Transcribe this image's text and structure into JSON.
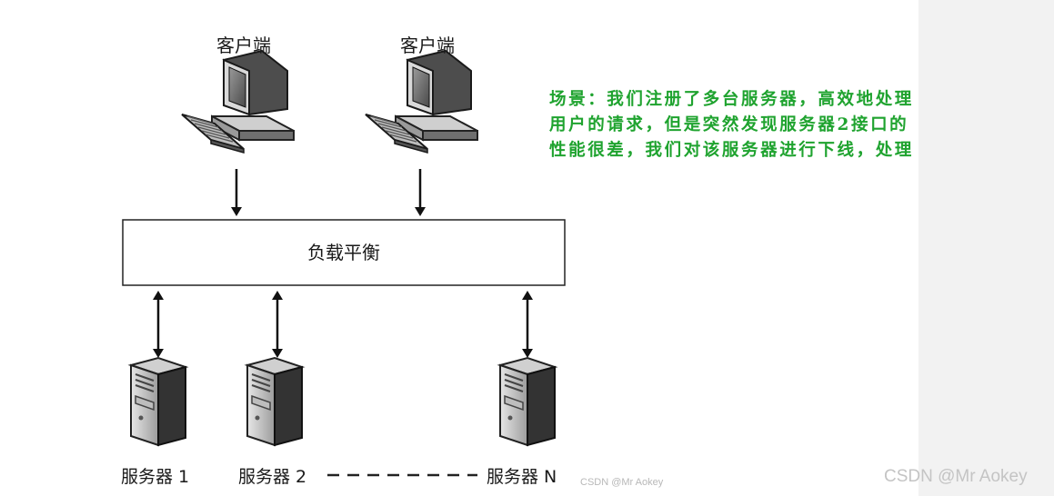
{
  "clients": [
    {
      "label": "客户端"
    },
    {
      "label": "客户端"
    }
  ],
  "load_balancer": {
    "label": "负载平衡"
  },
  "servers": [
    {
      "label": "服务器 1"
    },
    {
      "label": "服务器 2"
    },
    {
      "label": "服务器 N"
    }
  ],
  "note": {
    "lines": [
      "场景：我们注册了多台服务器，高效地处理",
      "用户的请求，但是突然发现服务器2接口的",
      "性能很差，我们对该服务器进行下线，处理"
    ],
    "color": "#1fa32f"
  },
  "watermarks": {
    "small": "CSDN @Mr  Aokey",
    "large": "CSDN @Mr  Aokey"
  }
}
